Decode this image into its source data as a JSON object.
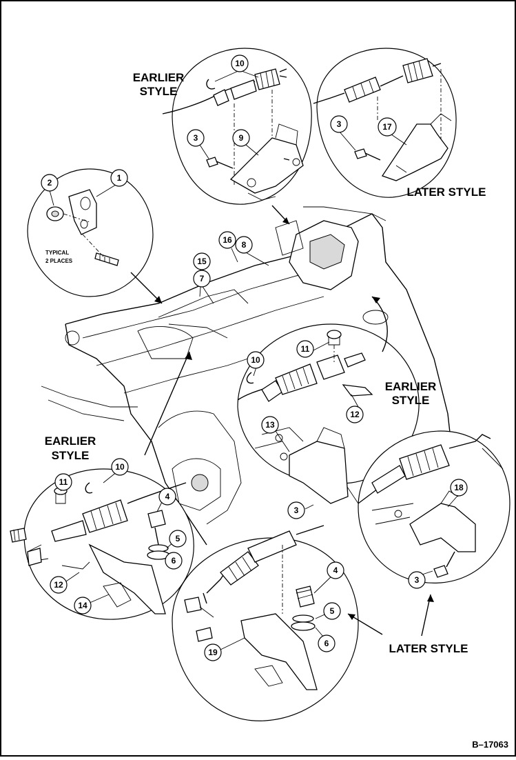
{
  "labels": {
    "earlier_style_top": [
      "EARLIER",
      "STYLE"
    ],
    "later_style_top": "LATER STYLE",
    "earlier_style_right": [
      "EARLIER",
      "STYLE"
    ],
    "earlier_style_left": [
      "EARLIER",
      "STYLE"
    ],
    "later_style_bottom": "LATER STYLE",
    "typical": [
      "TYPICAL",
      "2 PLACES"
    ],
    "figure_code": "B–17063"
  },
  "callouts": {
    "c1": "1",
    "c2": "2",
    "c3a": "3",
    "c3b": "3",
    "c3c": "3",
    "c3d": "3",
    "c4a": "4",
    "c4b": "4",
    "c5a": "5",
    "c5b": "5",
    "c6a": "6",
    "c6b": "6",
    "c7": "7",
    "c8": "8",
    "c9": "9",
    "c10a": "10",
    "c10b": "10",
    "c10c": "10",
    "c11a": "11",
    "c11b": "11",
    "c12a": "12",
    "c12b": "12",
    "c13": "13",
    "c14": "14",
    "c15": "15",
    "c16": "16",
    "c17": "17",
    "c18": "18",
    "c19": "19"
  }
}
